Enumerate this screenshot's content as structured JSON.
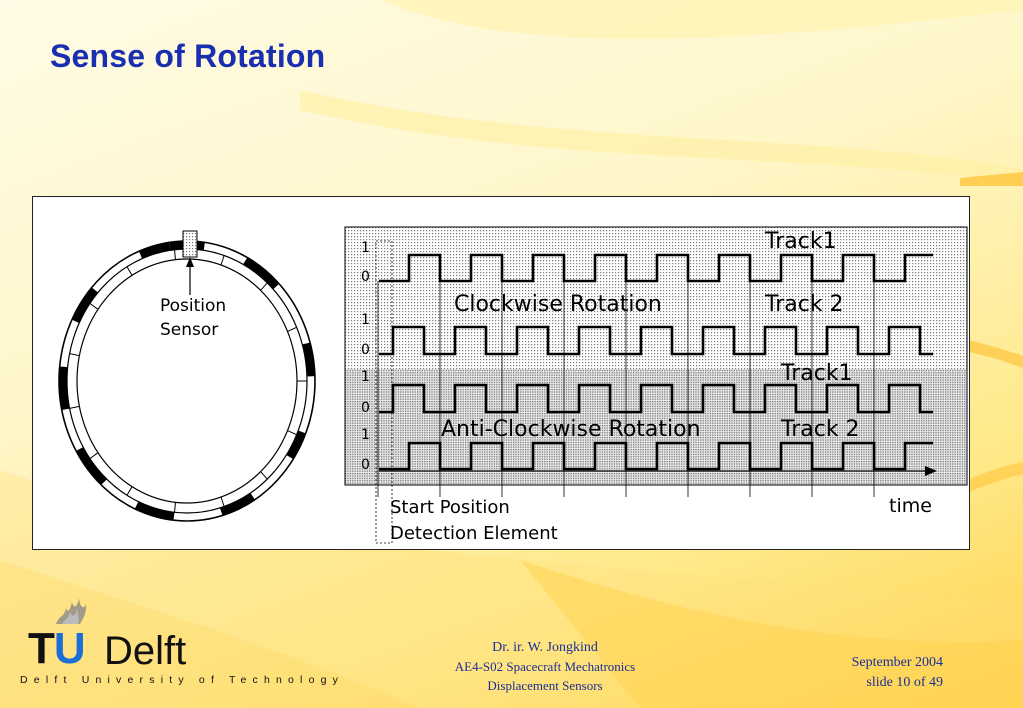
{
  "slide": {
    "title": "Sense of Rotation"
  },
  "diagram": {
    "ring_label_line1": "Position",
    "ring_label_line2": "Sensor",
    "track1_label": "Track1",
    "track2_label": "Track 2",
    "clockwise_label": "Clockwise Rotation",
    "anticlockwise_label": "Anti-Clockwise Rotation",
    "level_high": "1",
    "level_low": "0",
    "start_position_label": "Start Position",
    "detection_element_label": "Detection Element",
    "time_label": "time"
  },
  "logo": {
    "tu": "TU",
    "delft": "Delft",
    "subtitle": "Delft University of Technology"
  },
  "footer": {
    "author": "Dr. ir. W. Jongkind",
    "course": "AE4-S02 Spacecraft Mechatronics",
    "topic": "Displacement Sensors",
    "date": "September 2004",
    "slide_number": "slide 10 of 49"
  },
  "colors": {
    "title": "#1a2fb0",
    "footer_text": "#1a2f9a",
    "logo_u": "#1b6fd6"
  }
}
